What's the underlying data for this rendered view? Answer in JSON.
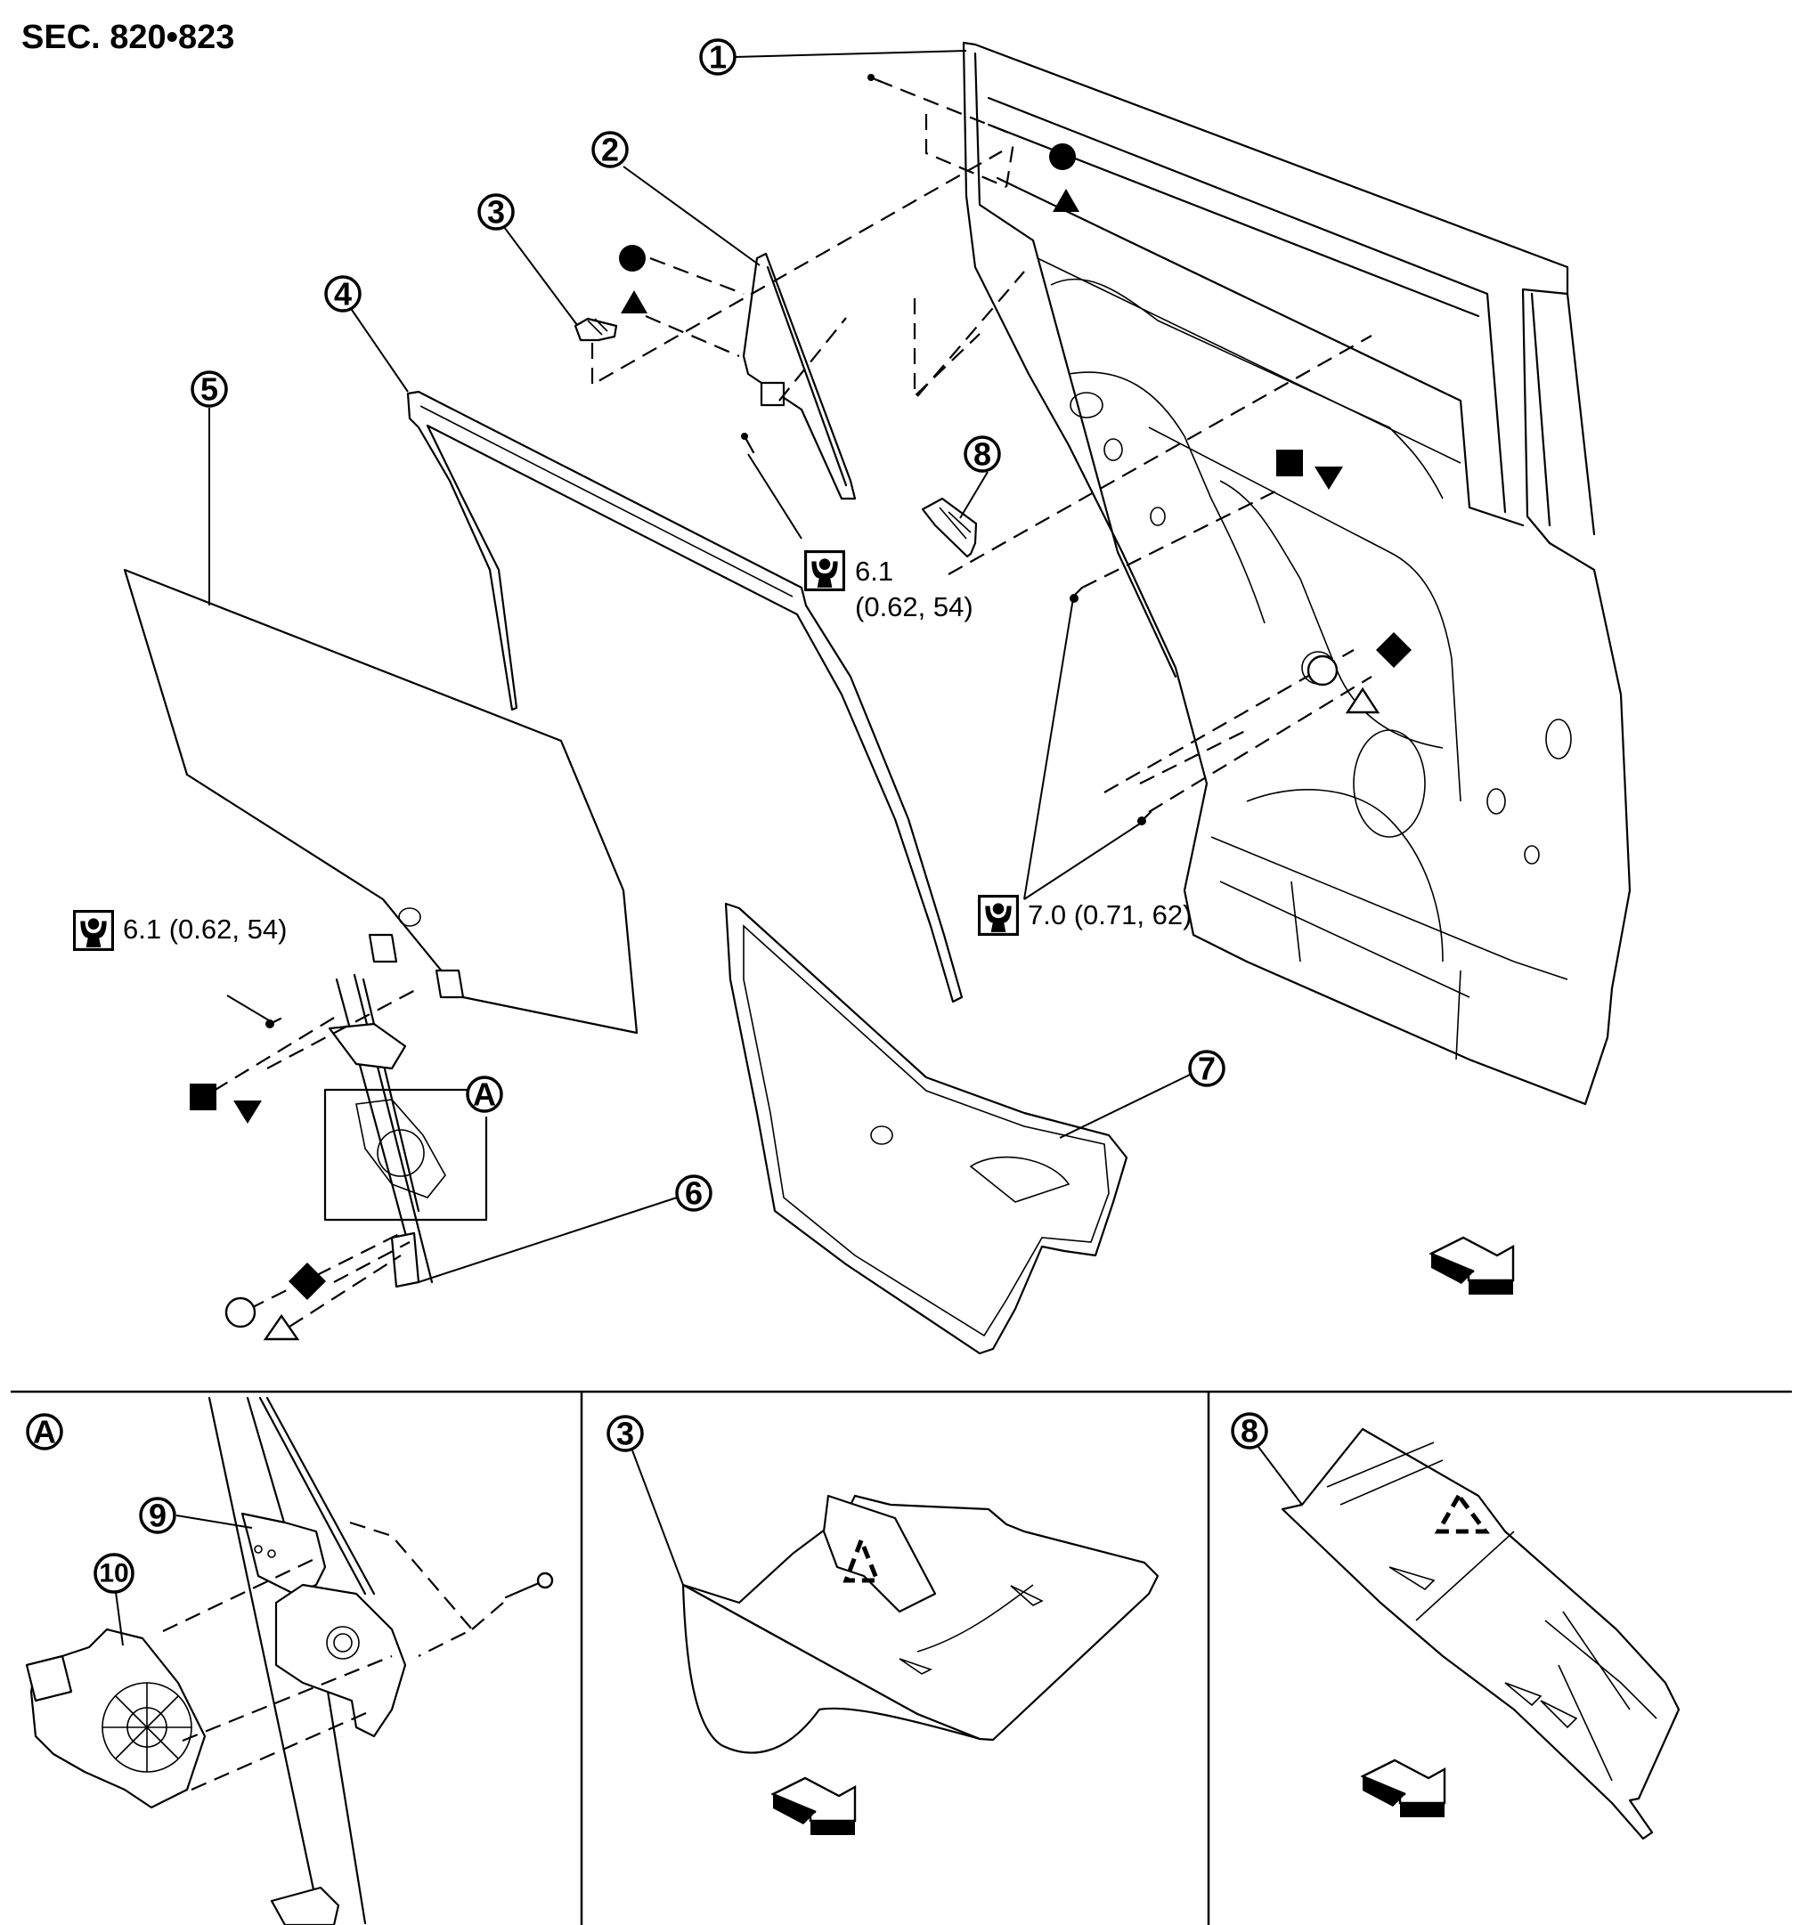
{
  "section_title": "SEC. 820•823",
  "callouts": {
    "part1": "1",
    "part2": "2",
    "part3": "3",
    "part4": "4",
    "part5": "5",
    "part6": "6",
    "part7": "7",
    "part8": "8",
    "part9": "9",
    "part10": "10",
    "detailA": "A"
  },
  "torque_specs": [
    {
      "icon": "torque-wrench-icon",
      "value": "6.1",
      "units_alt": "(0.62, 54)",
      "applies_to": "part 2 screw"
    },
    {
      "icon": "torque-wrench-icon",
      "value": "6.1",
      "units_alt": "(0.62, 54)",
      "applies_to": "glass bolts"
    },
    {
      "icon": "torque-wrench-icon",
      "value": "7.0",
      "units_alt": "(0.71, 62)",
      "applies_to": "regulator bolts"
    }
  ],
  "torque_labels": {
    "t1_line1": "6.1",
    "t1_line2": "(0.62, 54)",
    "t2": "6.1 (0.62, 54)",
    "t3": "7.0 (0.71, 62)"
  },
  "markers": [
    "filled-circle",
    "filled-triangle",
    "filled-square",
    "filled-down-triangle",
    "filled-diamond",
    "open-circle",
    "open-triangle"
  ],
  "detail_panels": [
    {
      "id": "A",
      "label": "A",
      "parts": [
        "9",
        "10"
      ]
    },
    {
      "id": "3",
      "label": "3",
      "parts": [
        "3"
      ]
    },
    {
      "id": "8",
      "label": "8",
      "parts": [
        "8"
      ]
    }
  ],
  "icons": {
    "front_arrow": "front-direction-arrow-icon",
    "torque": "torque-wrench-icon"
  }
}
